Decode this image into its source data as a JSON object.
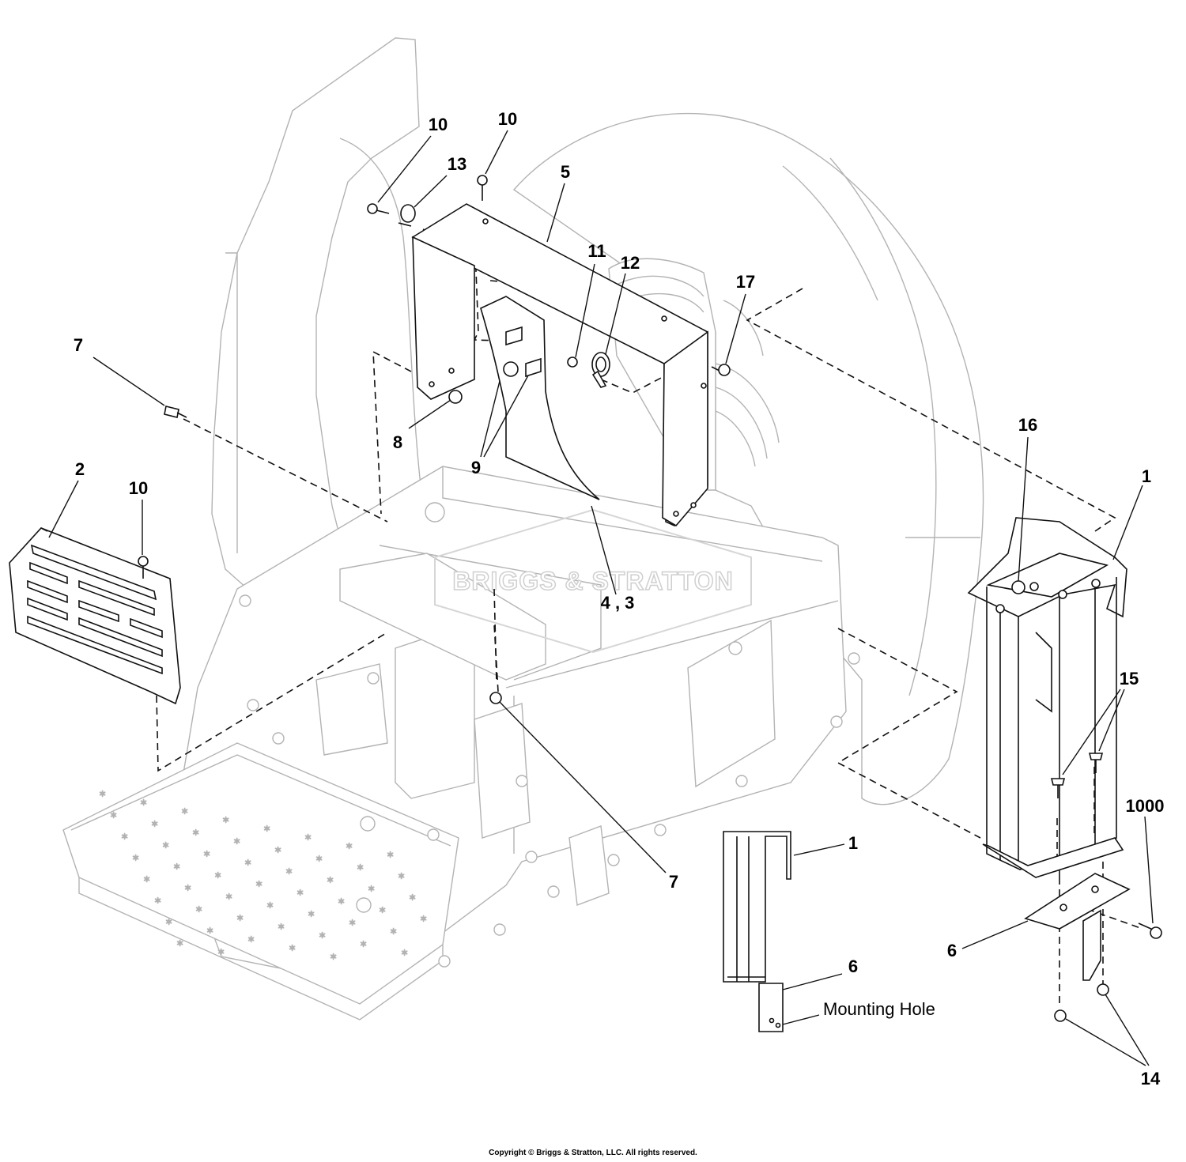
{
  "diagram": {
    "callouts": {
      "c10a": "10",
      "c10b": "10",
      "c13": "13",
      "c5": "5",
      "c11": "11",
      "c12": "12",
      "c17": "17",
      "c7a": "7",
      "c8": "8",
      "c9": "9",
      "c2": "2",
      "c10c": "10",
      "c43": "4 , 3",
      "c16": "16",
      "c1a": "1",
      "c15": "15",
      "c1000": "1000",
      "c7b": "7",
      "c1b": "1",
      "c6a": "6",
      "c6b": "6",
      "c14": "14"
    },
    "mounting_hole_label": "Mounting Hole",
    "watermark": "BRIGGS & STRATTON",
    "copyright": "Copyright © Briggs & Stratton, LLC. All rights reserved."
  }
}
